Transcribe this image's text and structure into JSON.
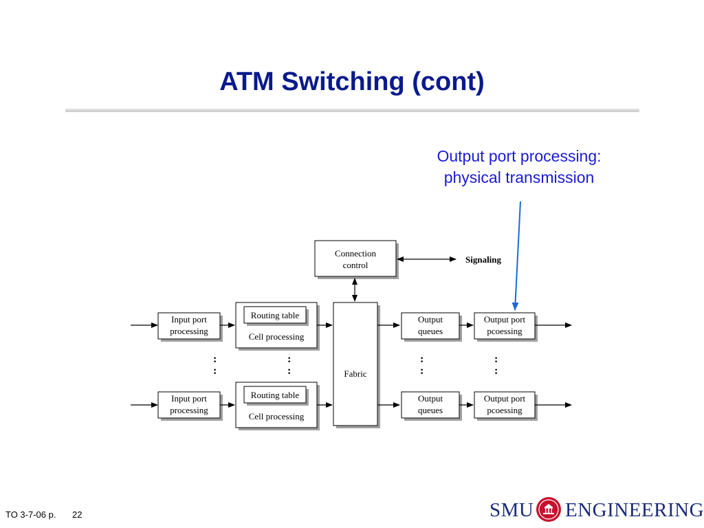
{
  "slide": {
    "title": "ATM Switching (cont)",
    "callout_lines": [
      "Output port processing:",
      "physical transmission"
    ],
    "footer": "TO 3-7-06 p.",
    "page_number": "22",
    "logo_left": "SMU",
    "logo_right": "ENGINEERING"
  },
  "diagram": {
    "connection_control": [
      "Connection",
      "control"
    ],
    "signaling": "Signaling",
    "fabric": "Fabric",
    "top_row": {
      "input_port": [
        "Input port",
        "processing"
      ],
      "routing_table": "Routing table",
      "cell_processing": "Cell processing",
      "output_queues": [
        "Output",
        "queues"
      ],
      "output_port": [
        "Output port",
        "pcoessing"
      ]
    },
    "bottom_row": {
      "input_port": [
        "Input port",
        "processing"
      ],
      "routing_table": "Routing table",
      "cell_processing": "Cell processing",
      "output_queues": [
        "Output",
        "queues"
      ],
      "output_port": [
        "Output port",
        "pcoessing"
      ]
    },
    "ellipsis": ":",
    "colors": {
      "title": "#0a1a8c",
      "callout": "#1a1ad6",
      "callout_arrow": "#1a6ad6",
      "box_shadow": "#a0a0a0"
    }
  }
}
